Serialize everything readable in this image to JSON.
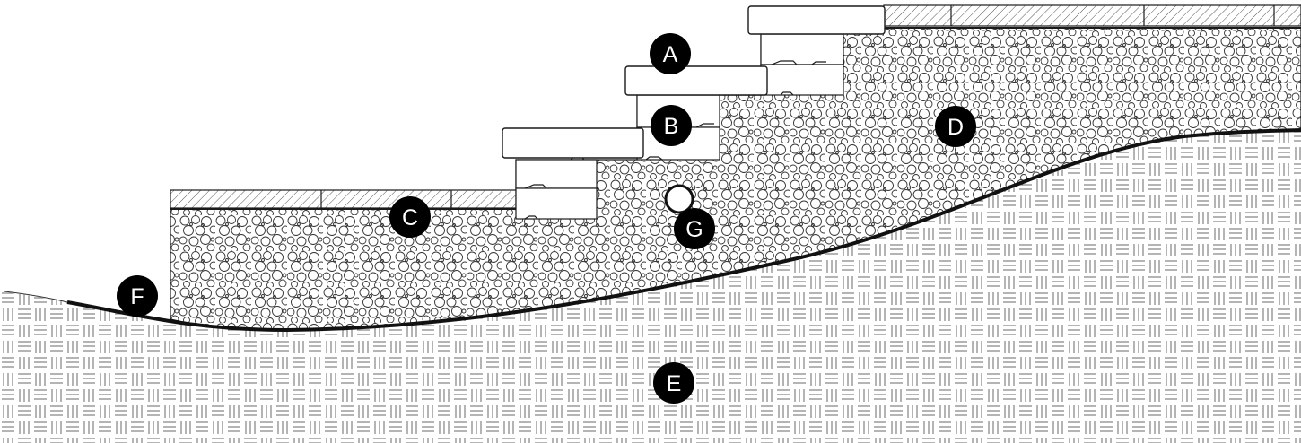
{
  "diagram": {
    "description_free": true,
    "callouts": {
      "a": "A",
      "b": "B",
      "c": "C",
      "d": "D",
      "e": "E",
      "f": "F",
      "g": "G"
    },
    "colors": {
      "line": "#1a1a1a",
      "callout_fill": "#000000",
      "callout_text": "#ffffff",
      "background": "#ffffff"
    }
  }
}
